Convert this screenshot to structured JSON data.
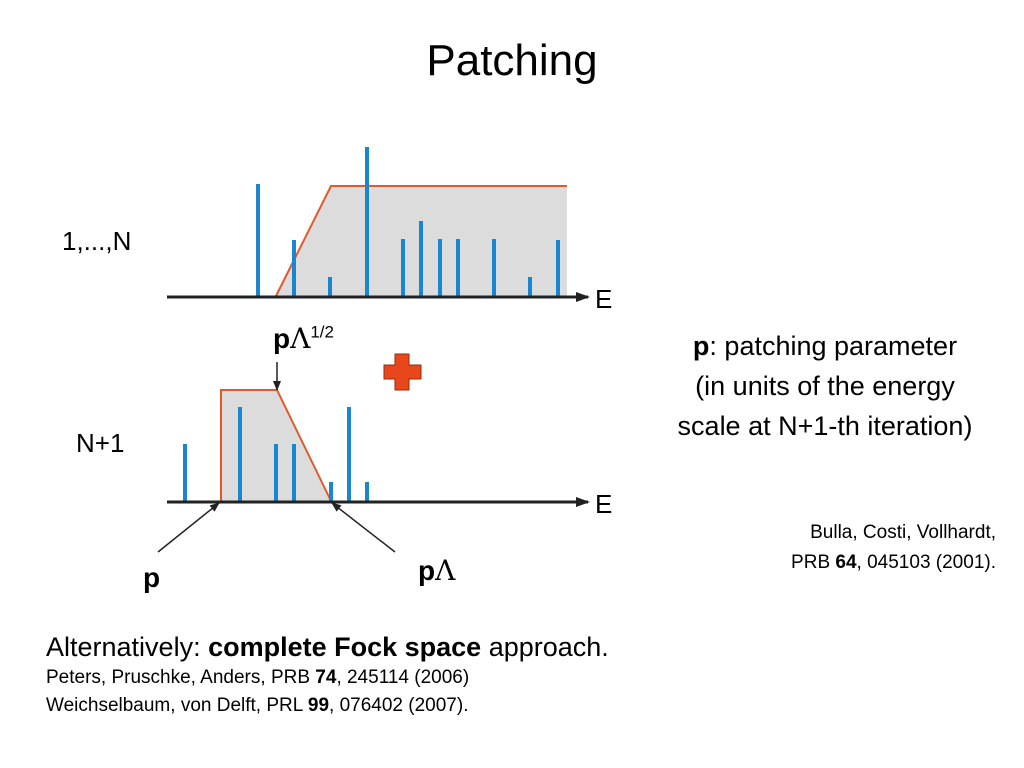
{
  "slide": {
    "title": "Patching",
    "upper_label": "1,...,N",
    "lower_label": "N+1",
    "axis_label_upper": "E",
    "axis_label_lower": "E",
    "p_lambda_half": {
      "main": "p",
      "greek": "Λ",
      "sup": "1/2"
    },
    "p_lambda": {
      "main": "p",
      "greek": "Λ"
    },
    "p_label": "p",
    "note": {
      "bold": "p",
      "rest1": ": patching parameter",
      "line2": "(in units of the energy",
      "line3": "scale at N+1-th iteration)"
    },
    "ref1": {
      "line1": "Bulla, Costi, Vollhardt,",
      "pre": "PRB ",
      "vol": "64",
      "post": ", 045103 (2001)."
    },
    "alt": {
      "pre": "Alternatively: ",
      "bold": "complete Fock space",
      "post": " approach.",
      "ref2_pre": "Peters, Pruschke, Anders, PRB ",
      "ref2_vol": "74",
      "ref2_post": ", 245114 (2006)",
      "ref3_pre": "Weichselbaum, von Delft, PRL ",
      "ref3_vol": "99",
      "ref3_post": ", 076402 (2007)."
    },
    "colors": {
      "spike": "#1a86d0",
      "window_edge": "#e05a2b",
      "window_fill": "#dcdcdc",
      "plus": "#e8461b"
    }
  }
}
